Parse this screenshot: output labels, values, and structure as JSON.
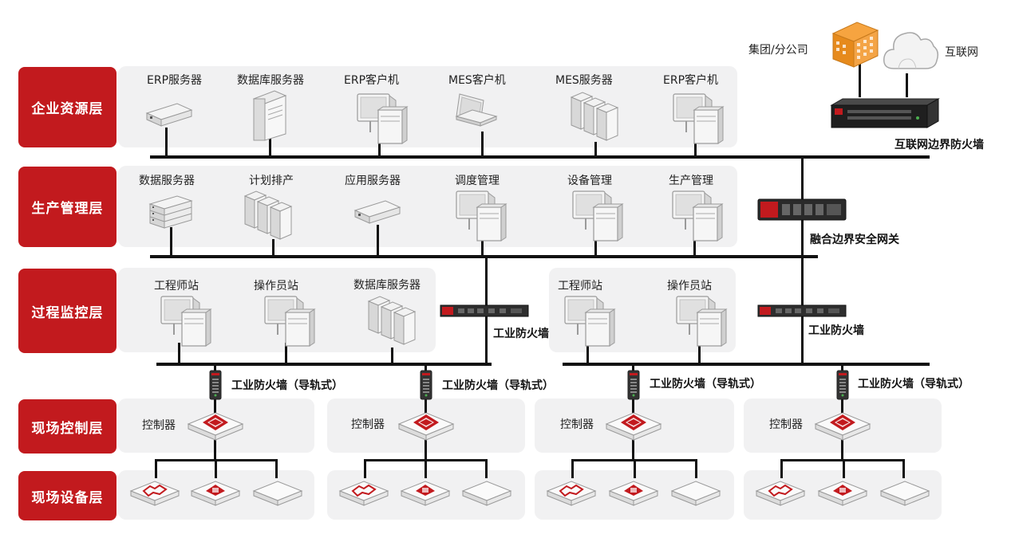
{
  "layers": [
    {
      "label": "企业资源层"
    },
    {
      "label": "生产管理层"
    },
    {
      "label": "过程监控层"
    },
    {
      "label": "现场控制层"
    },
    {
      "label": "现场设备层"
    }
  ],
  "enterprise": {
    "devices": [
      {
        "label": "ERP服务器",
        "icon": "rack-server"
      },
      {
        "label": "数据库服务器",
        "icon": "tower-server"
      },
      {
        "label": "ERP客户机",
        "icon": "desktop-pc"
      },
      {
        "label": "MES客户机",
        "icon": "laptop"
      },
      {
        "label": "MES服务器",
        "icon": "server-cluster"
      },
      {
        "label": "ERP客户机",
        "icon": "desktop-pc"
      }
    ]
  },
  "production": {
    "devices": [
      {
        "label": "数据服务器",
        "icon": "rack-server-stack"
      },
      {
        "label": "计划排产",
        "icon": "server-cluster"
      },
      {
        "label": "应用服务器",
        "icon": "rack-server"
      },
      {
        "label": "调度管理",
        "icon": "desktop-pc"
      },
      {
        "label": "设备管理",
        "icon": "desktop-pc"
      },
      {
        "label": "生产管理",
        "icon": "desktop-pc"
      }
    ]
  },
  "monitoring": {
    "left": [
      {
        "label": "工程师站",
        "icon": "desktop-pc"
      },
      {
        "label": "操作员站",
        "icon": "desktop-pc"
      },
      {
        "label": "数据库服务器",
        "icon": "server-cluster"
      }
    ],
    "right": [
      {
        "label": "工程师站",
        "icon": "desktop-pc"
      },
      {
        "label": "操作员站",
        "icon": "desktop-pc"
      }
    ]
  },
  "top_right": {
    "group_label": "集团/分公司",
    "internet_label": "互联网",
    "border_firewall_label": "互联网边界防火墙",
    "gateway_label": "融合边界安全网关"
  },
  "industrial_firewall_label": "工业防火墙",
  "rail_firewall_label": "工业防火墙（导轨式）",
  "controller_label": "控制器",
  "colors": {
    "accent": "#c21a1e",
    "panel": "#f1f1f2",
    "line": "#111111"
  }
}
